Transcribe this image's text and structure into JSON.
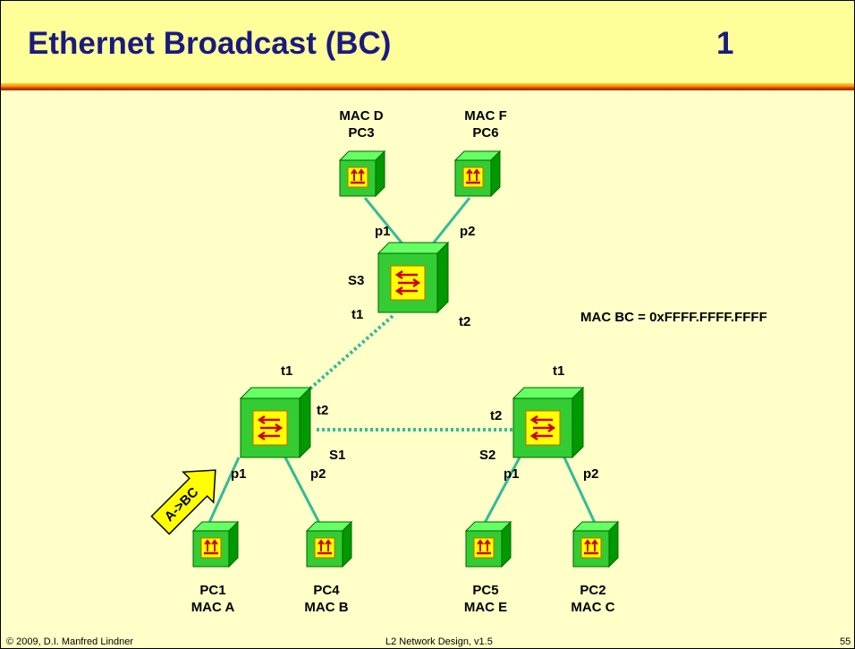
{
  "slide": {
    "title": "Ethernet Broadcast (BC)",
    "number": "1"
  },
  "note": "MAC BC = 0xFFFF.FFFF.FFFF",
  "devices": {
    "pc3": {
      "name": "PC3",
      "mac": "MAC D"
    },
    "pc6": {
      "name": "PC6",
      "mac": "MAC F"
    },
    "pc1": {
      "name": "PC1",
      "mac": "MAC A"
    },
    "pc4": {
      "name": "PC4",
      "mac": "MAC B"
    },
    "pc5": {
      "name": "PC5",
      "mac": "MAC E"
    },
    "pc2": {
      "name": "PC2",
      "mac": "MAC C"
    },
    "s1": {
      "name": "S1"
    },
    "s2": {
      "name": "S2"
    },
    "s3": {
      "name": "S3"
    }
  },
  "ports": {
    "p1": "p1",
    "p2": "p2",
    "t1": "t1",
    "t2": "t2"
  },
  "frame_arrow": "A->BC",
  "footer": {
    "copyright": "© 2009, D.I. Manfred Lindner",
    "course": "L2 Network Design, v1.5",
    "page": "55"
  },
  "colors": {
    "title_text": "#1a1a80",
    "background": "#ffffc8",
    "title_bar": "#ffff99",
    "device_green": "#33cc33",
    "link_teal": "#33bb99",
    "arrow_yellow": "#ffff00",
    "icon_red": "#cc0000"
  }
}
